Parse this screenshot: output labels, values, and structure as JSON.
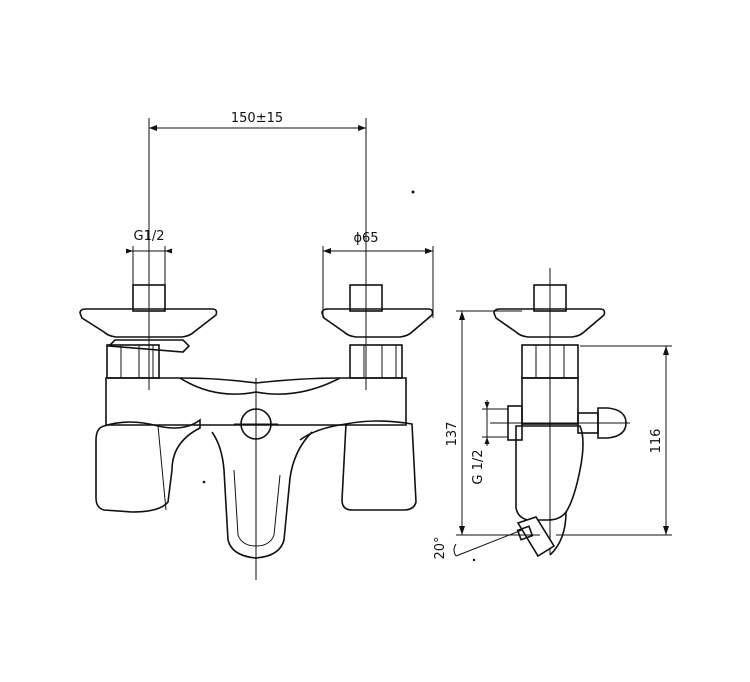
{
  "dimensions": {
    "spacing": "150±15",
    "thread_front": "G1/2",
    "diameter": "ϕ65",
    "height_total": "137",
    "height_body": "116",
    "thread_side": "G 1/2",
    "angle": "20°"
  }
}
